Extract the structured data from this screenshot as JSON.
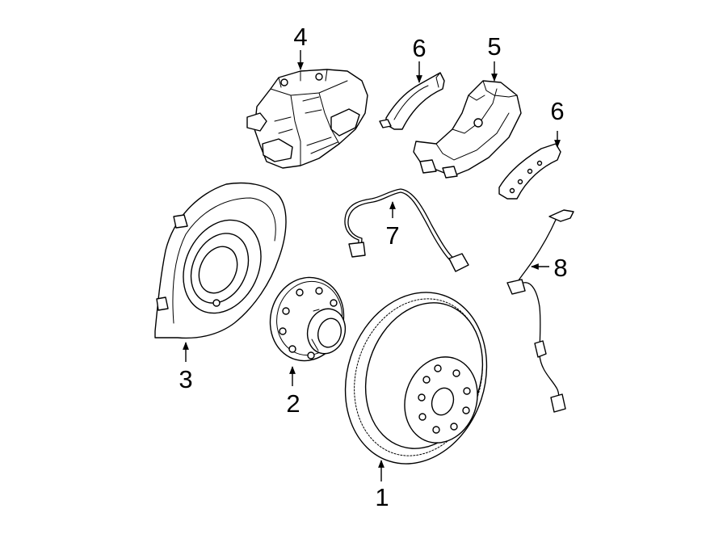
{
  "callouts": {
    "c1": "1",
    "c2": "2",
    "c3": "3",
    "c4": "4",
    "c5": "5",
    "c6a": "6",
    "c6b": "6",
    "c7": "7",
    "c8": "8"
  },
  "colors": {
    "line": "#000000",
    "background": "#ffffff"
  }
}
